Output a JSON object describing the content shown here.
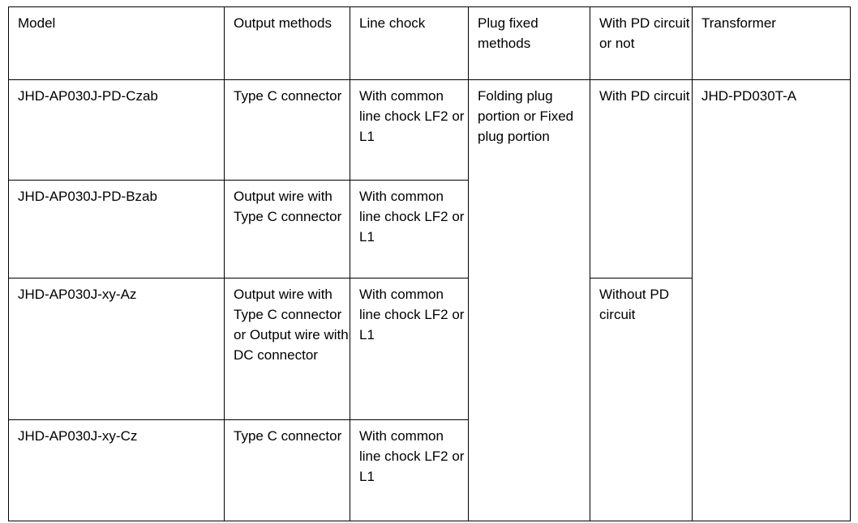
{
  "table": {
    "headers": [
      "Model",
      "Output methods",
      "Line chock",
      "Plug fixed methods",
      "With PD circuit or not",
      "Transformer"
    ],
    "rows": [
      {
        "model": "JHD-AP030J-PD-Czab",
        "output_methods": "Type C connector",
        "line_chock": "With common line chock LF2 or L1",
        "plug_fixed_methods": "Folding plug portion or Fixed plug portion",
        "pd_circuit": "With PD circuit",
        "transformer": "JHD-PD030T-A"
      },
      {
        "model": "JHD-AP030J-PD-Bzab",
        "output_methods": "Output wire with Type C connector",
        "line_chock": "With common line chock LF2 or L1"
      },
      {
        "model": "JHD-AP030J-xy-Az",
        "output_methods": "Output wire with Type C connector or Output wire with DC connector",
        "line_chock": "With common line chock LF2 or L1",
        "pd_circuit": "Without PD circuit"
      },
      {
        "model": "JHD-AP030J-xy-Cz",
        "output_methods": "Type C connector",
        "line_chock": "With common line chock LF2 or L1"
      }
    ]
  },
  "colors": {
    "border": "#000000",
    "text": "#000000",
    "background": "#ffffff"
  }
}
